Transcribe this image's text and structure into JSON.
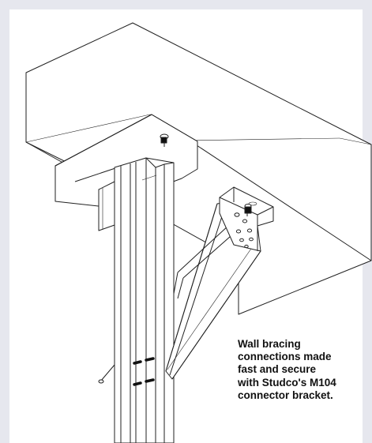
{
  "colors": {
    "background": "#e6e7ee",
    "panel": "#ffffff",
    "line": "#222222",
    "text": "#111111"
  },
  "caption": {
    "lines": [
      "Wall bracing",
      "connections made",
      "fast and secure",
      "with Studco's M104",
      "connector bracket."
    ]
  },
  "icons": [
    "screw-icon",
    "bolt-icon",
    "anchor-icon"
  ]
}
